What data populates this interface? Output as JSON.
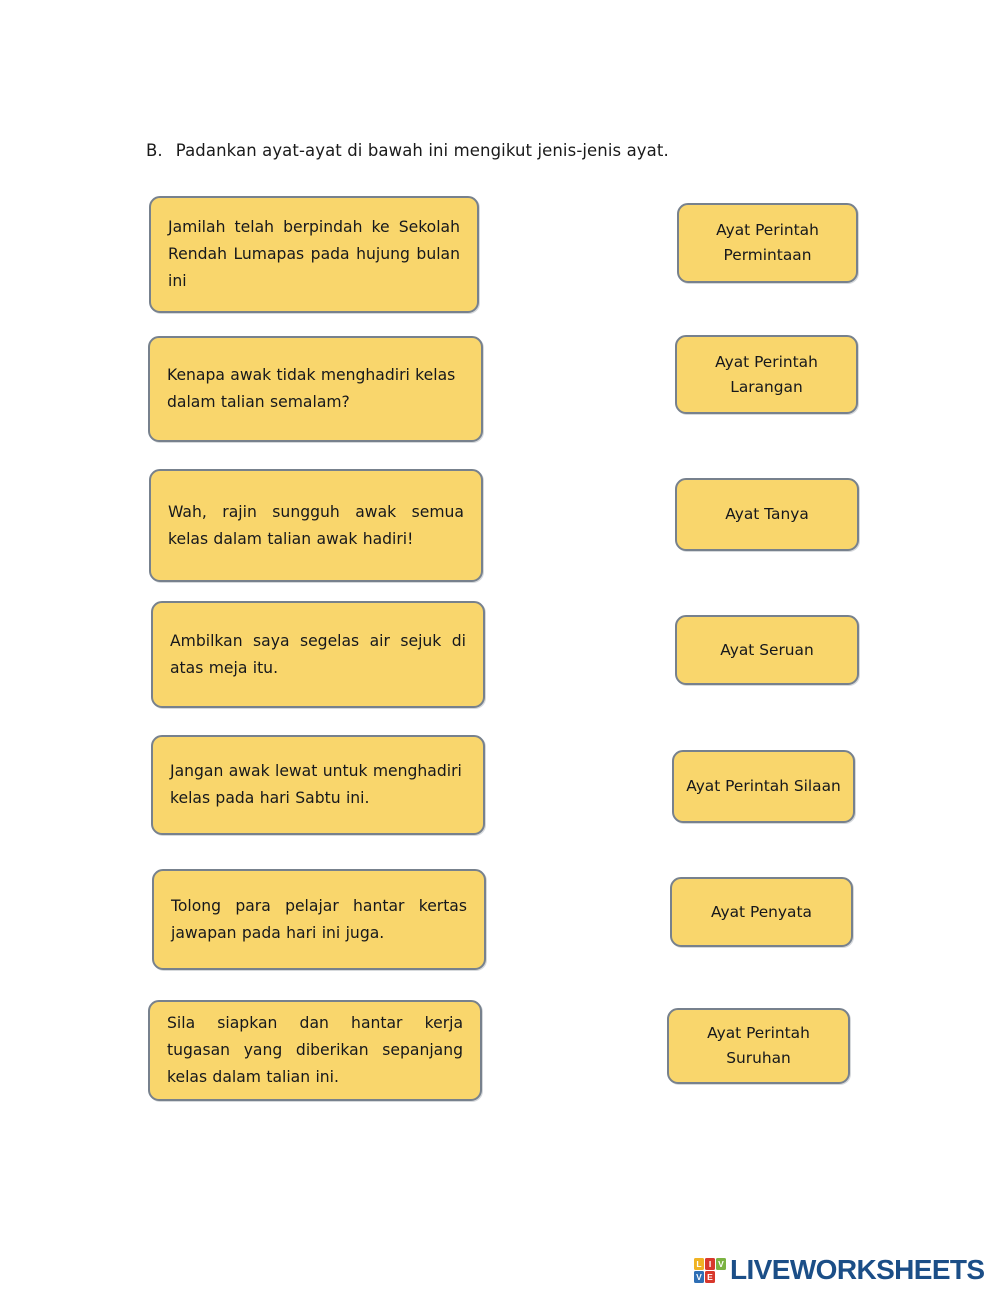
{
  "worksheet": {
    "instruction_marker": "B.",
    "instruction_text": "Padankan ayat-ayat di bawah ini mengikut jenis-jenis ayat."
  },
  "sentences": [
    {
      "text": "Jamilah telah berpindah ke Sekolah Rendah Lumapas pada hujung bulan ini"
    },
    {
      "text": "Kenapa awak tidak menghadiri kelas dalam talian semalam?"
    },
    {
      "text": "Wah, rajin sungguh awak semua kelas dalam talian awak hadiri!"
    },
    {
      "text": "Ambilkan saya segelas air sejuk di atas meja itu."
    },
    {
      "text": "Jangan awak lewat untuk menghadiri kelas pada hari Sabtu ini."
    },
    {
      "text": "Tolong para pelajar hantar kertas jawapan pada hari ini juga."
    },
    {
      "text": "Sila siapkan dan hantar kerja tugasan yang diberikan sepanjang kelas dalam talian ini."
    }
  ],
  "categories": [
    {
      "text": "Ayat Perintah Permintaan"
    },
    {
      "text": "Ayat Perintah Larangan"
    },
    {
      "text": "Ayat Tanya"
    },
    {
      "text": "Ayat Seruan"
    },
    {
      "text": "Ayat Perintah Silaan"
    },
    {
      "text": "Ayat Penyata"
    },
    {
      "text": "Ayat Perintah Suruhan"
    }
  ],
  "footer": {
    "logo_tiles": [
      "L",
      "I",
      "V",
      "V",
      "E",
      ""
    ],
    "logo_word": "LIVEWORKSHEETS"
  },
  "colors": {
    "card_fill": "#f9d66c",
    "card_border": "#77818d",
    "text": "#16181c",
    "logo_word": "#1b4e87",
    "logo_yellow": "#f0b323",
    "logo_red": "#d8382c",
    "logo_green": "#7cb342",
    "logo_blue": "#2f6fb5"
  }
}
